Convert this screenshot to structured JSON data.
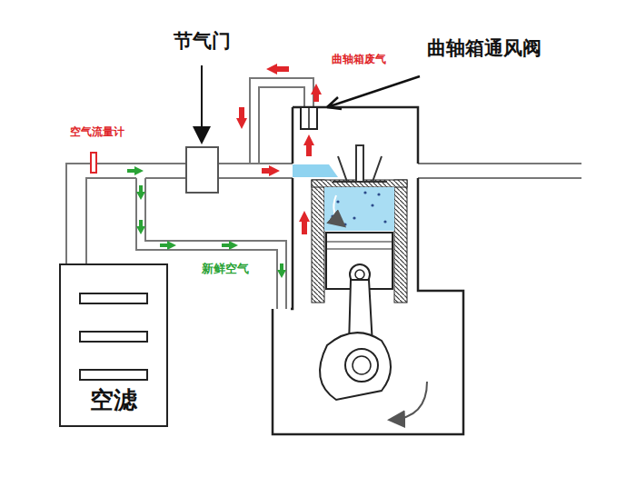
{
  "diagram": {
    "nodes": [
      {
        "text": [
          "空滤"
        ]
      }
    ],
    "labels": [
      "节气门",
      "曲轴箱废气",
      "曲轴箱通风阀",
      "空气流量计",
      "新鲜空气"
    ]
  }
}
